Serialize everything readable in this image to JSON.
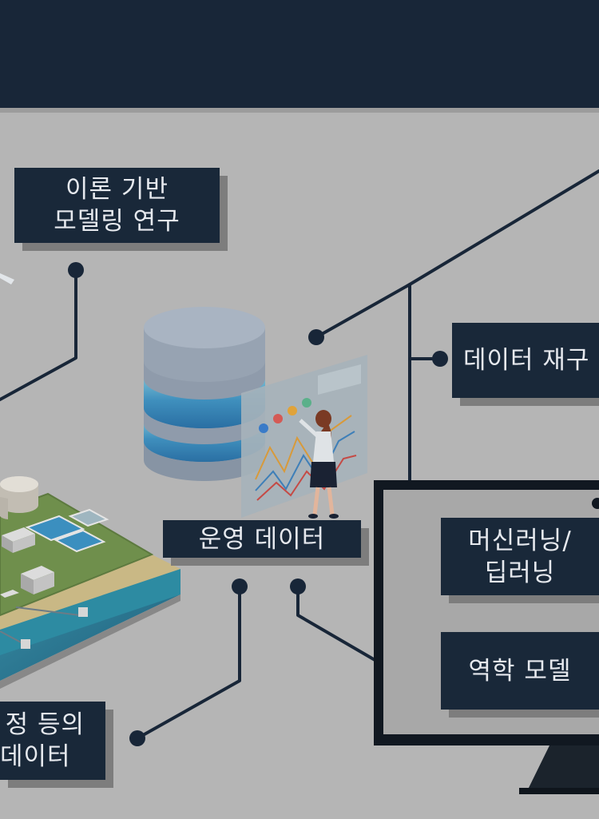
{
  "nodes": {
    "theory_modeling": {
      "line1": "이론 기반",
      "line2": "모델링 연구"
    },
    "data_restructure": {
      "label": "데이터 재구"
    },
    "operation_data": {
      "label": "운영 데이터"
    },
    "ml_dl": {
      "line1": "머신러닝/",
      "line2": "딥러닝"
    },
    "mechanics_model": {
      "label": "역학 모델"
    },
    "process_data": {
      "line1": "정 등의",
      "line2": "데이터"
    }
  },
  "colors": {
    "header": "#182638",
    "background": "#b5b5b5",
    "box": "#192839",
    "box_text": "#e6e9ee",
    "connector": "#182638"
  },
  "icons": [
    "database-icon",
    "analyst-woman-icon",
    "water-treatment-plant-icon",
    "monitor-icon"
  ]
}
